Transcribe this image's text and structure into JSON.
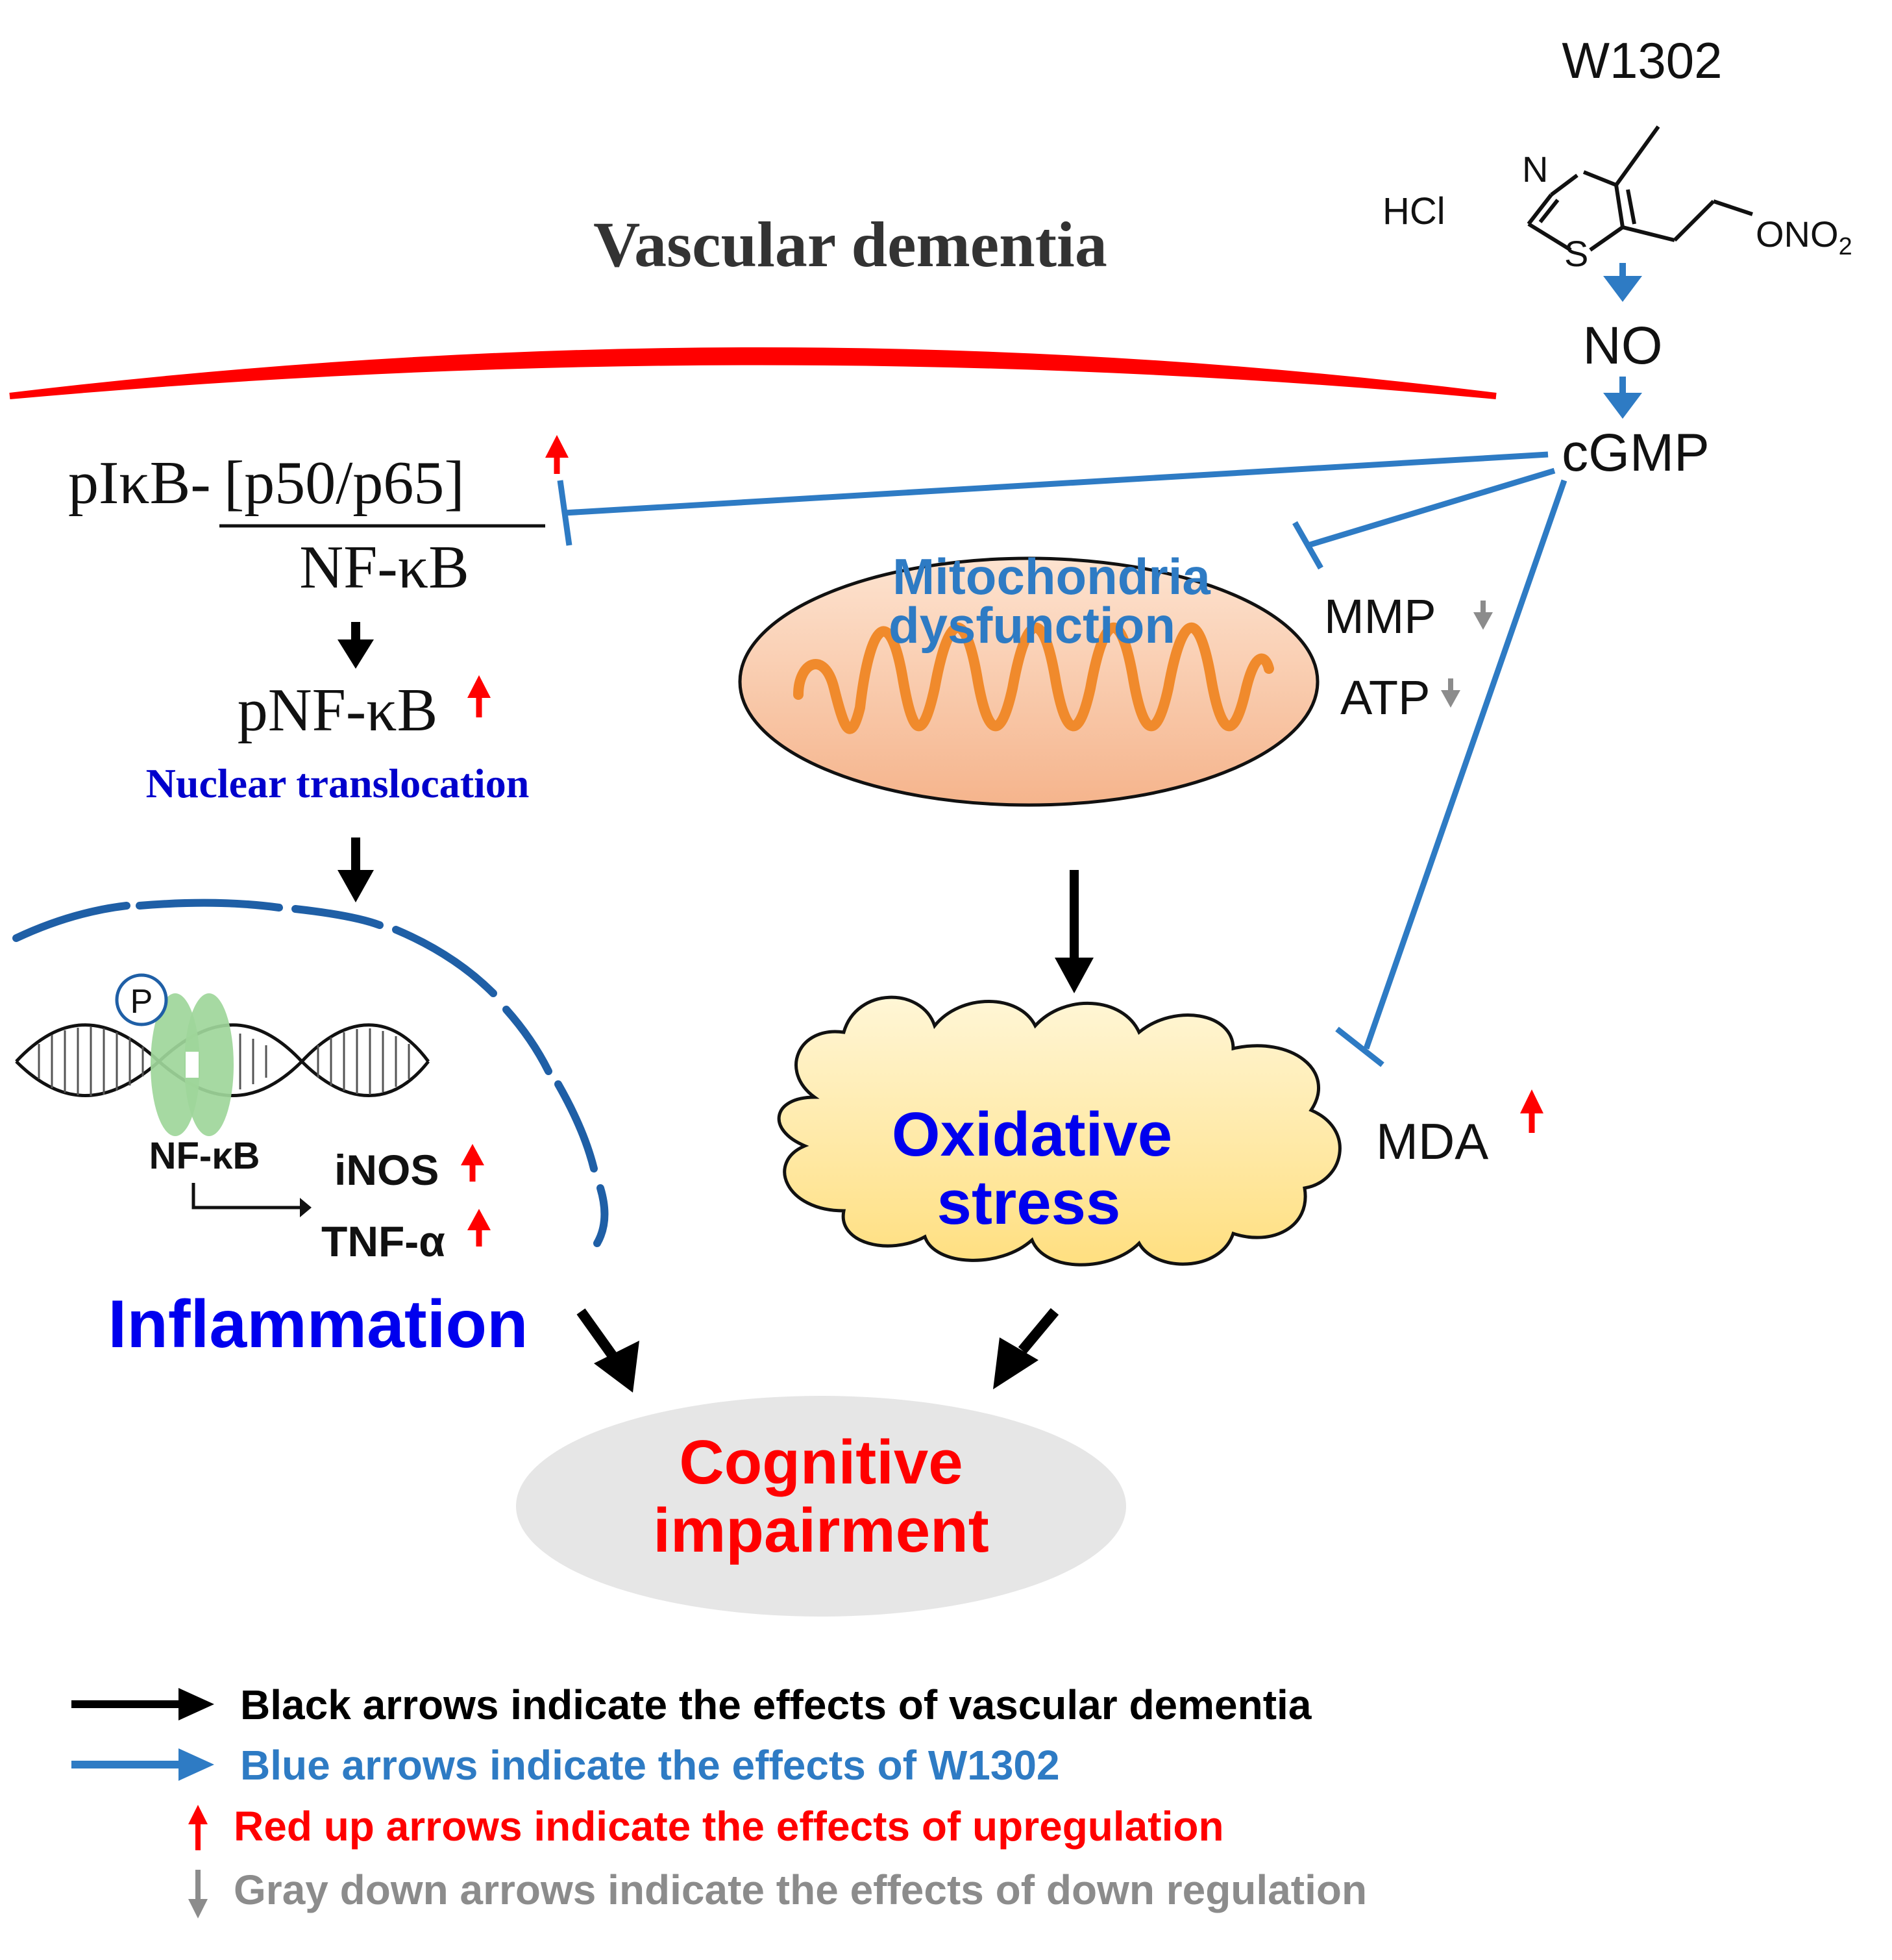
{
  "title": "Vascular dementia",
  "drug": {
    "name": "W1302",
    "salt": "HCl",
    "atom_n": "N",
    "atom_s": "S",
    "nitrate": "ONO",
    "nitrate_sub": "2"
  },
  "pathway": {
    "no": "NO",
    "cgmp": "cGMP"
  },
  "nfkb": {
    "complex_prefix": "pIκB-",
    "complex_bracket": "[p50/p65]",
    "complex_label": "NF-κB",
    "phospho": "pNF-κB",
    "translocation": "Nuclear translocation"
  },
  "nucleus": {
    "phospho_mark": "P",
    "factor": "NF-κB",
    "targets": [
      "iNOS",
      "TNF-α"
    ],
    "outcome": "Inflammation"
  },
  "mitochondria": {
    "label_line1": "Mitochondria",
    "label_line2": "dysfunction",
    "markers": [
      "MMP",
      "ATP"
    ]
  },
  "oxidative": {
    "line1": "Oxidative",
    "line2": "stress",
    "marker": "MDA"
  },
  "outcome": {
    "line1": "Cognitive",
    "line2": "impairment"
  },
  "legend": {
    "items": [
      {
        "text": "Black arrows indicate the effects of vascular dementia",
        "color": "#000000"
      },
      {
        "text": "Blue arrows indicate the effects of W1302",
        "color": "#2e7bc4"
      },
      {
        "text": "Red up arrows indicate the effects of upregulation",
        "color": "#ff0000"
      },
      {
        "text": "Gray down arrows indicate the effects of down regulation",
        "color": "#8c8c8c"
      }
    ]
  },
  "colors": {
    "blue_arrow": "#2e7bc4",
    "label_blue": "#0000ee",
    "red": "#ff0000",
    "gray": "#8c8c8c",
    "nucleus": "#1f5fa6",
    "mito_fill": "#f8c9a8",
    "mito_crista": "#f08a2c",
    "cloud_fill": "#ffe69a",
    "ellipse_fill": "#e6e6e6",
    "green_protein": "#9ed69a"
  }
}
